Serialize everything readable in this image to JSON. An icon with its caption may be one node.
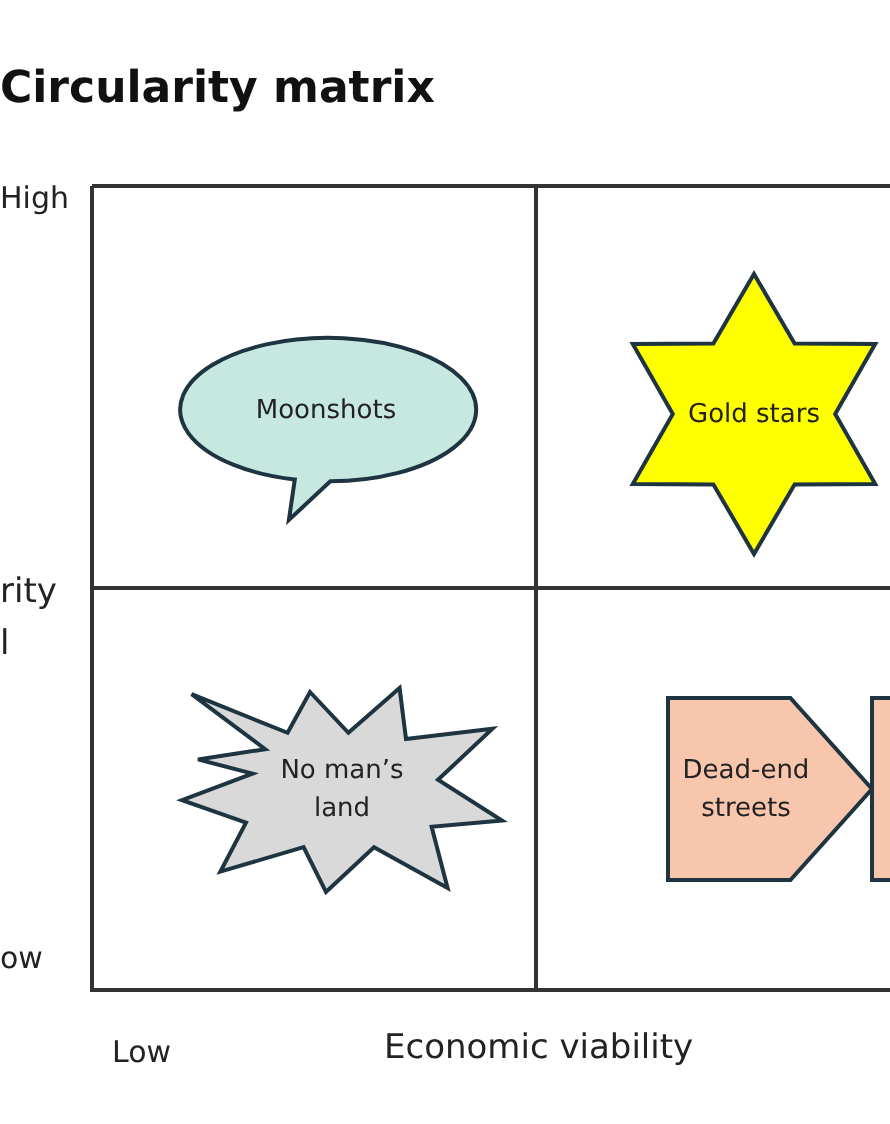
{
  "diagram": {
    "title": "Circularity matrix",
    "nodes": [
      {
        "text": [
          "Moonshots"
        ]
      },
      {
        "text": [
          "Gold stars"
        ]
      },
      {
        "text": [
          "No man’s land"
        ]
      },
      {
        "text": [
          "Dead-end streets"
        ]
      },
      {
        "text": [],
        "shape": "bar"
      }
    ],
    "labels": [
      "High",
      "rity l",
      "ow",
      "Low",
      "Economic viability"
    ]
  }
}
